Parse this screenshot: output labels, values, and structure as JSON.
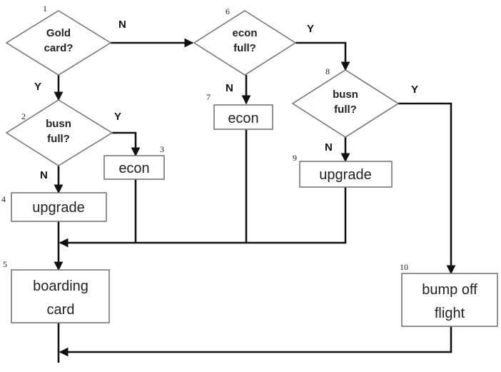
{
  "nodes": {
    "n1": {
      "number": "1",
      "lines": [
        "Gold",
        "card?"
      ]
    },
    "n2": {
      "number": "2",
      "lines": [
        "busn",
        "full?"
      ]
    },
    "n3": {
      "number": "3",
      "lines": [
        "econ"
      ]
    },
    "n4": {
      "number": "4",
      "lines": [
        "upgrade"
      ]
    },
    "n5": {
      "number": "5",
      "lines": [
        "boarding",
        "card"
      ]
    },
    "n6": {
      "number": "6",
      "lines": [
        "econ",
        "full?"
      ]
    },
    "n7": {
      "number": "7",
      "lines": [
        "econ"
      ]
    },
    "n8": {
      "number": "8",
      "lines": [
        "busn",
        "full?"
      ]
    },
    "n9": {
      "number": "9",
      "lines": [
        "upgrade"
      ]
    },
    "n10": {
      "number": "10",
      "lines": [
        "bump off",
        "flight"
      ]
    }
  },
  "edge_labels": {
    "n1_no": "N",
    "n1_yes": "Y",
    "n2_yes": "Y",
    "n2_no": "N",
    "n6_yes": "Y",
    "n6_no": "N",
    "n8_yes": "Y",
    "n8_no": "N"
  }
}
